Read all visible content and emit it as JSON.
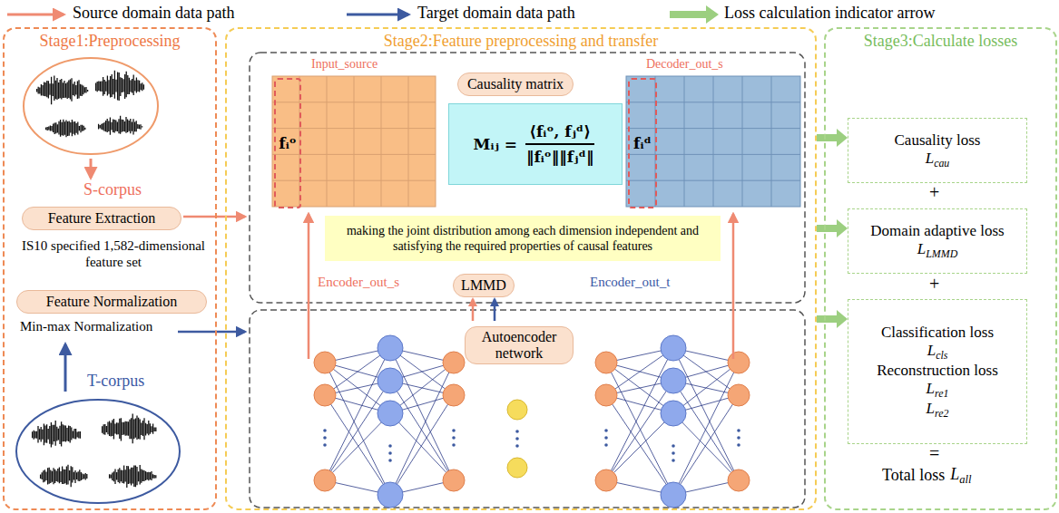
{
  "diagram": {
    "nodes": [
      {
        "text": [
          "Stage1:Preprocessing"
        ]
      },
      {
        "text": [
          "Feature Extraction"
        ],
        "in": 0
      },
      {
        "text": [
          "Feature Normalization"
        ],
        "in": 0
      },
      {
        "text": [
          "Stage2:Feature preprocessing and transfer"
        ]
      },
      {
        "text": [
          "fᵢᵒ"
        ],
        "in": 3
      },
      {
        "text": [
          "Causality matrix"
        ],
        "in": 3
      },
      {
        "text": [
          "Mᵢⱼ =",
          "⟨fᵢᵒ, fⱼᵈ⟩",
          "‖fᵢᵒ‖‖fⱼᵈ‖"
        ],
        "in": 3
      },
      {
        "text": [
          "fᵢᵈ"
        ],
        "in": 3
      },
      {
        "text": [
          "making the joint distribution among each dimension independent and satisfying the required properties of causal features"
        ],
        "in": 3
      },
      {
        "text": [
          "LMMD"
        ],
        "in": 3
      },
      {
        "text": [
          "Autoencoder network"
        ],
        "in": 3
      },
      {
        "text": [
          "Stage3:Calculate losses"
        ]
      },
      {
        "text": [
          "Causality loss",
          "Lcau"
        ],
        "in": 11
      },
      {
        "text": [
          "Domain adaptive loss",
          "LLMMD"
        ],
        "in": 11
      },
      {
        "text": [
          "Classification loss",
          "Lcls",
          "Reconstruction loss",
          "Lre1",
          "Lre2"
        ],
        "in": 11
      }
    ],
    "edges": [
      {
        "from": 3,
        "to": 12,
        "arrow": "to"
      },
      {
        "from": 3,
        "to": 13,
        "arrow": "to"
      },
      {
        "from": 3,
        "to": 14,
        "arrow": "to"
      }
    ],
    "labels": [
      "S-corpus",
      "IS10 specified 1,582-dimensional feature set",
      "Min-max Normalization",
      "T-corpus",
      "Input_source",
      "Decoder_out_s",
      "Encoder_out_s",
      "Encoder_out_t",
      "+",
      "+",
      "=",
      "Total loss",
      "Lall"
    ],
    "legend": [
      {
        "text": "Source domain data path"
      },
      {
        "text": "Target domain data path"
      },
      {
        "text": "Loss calculation indicator arrow"
      }
    ]
  }
}
